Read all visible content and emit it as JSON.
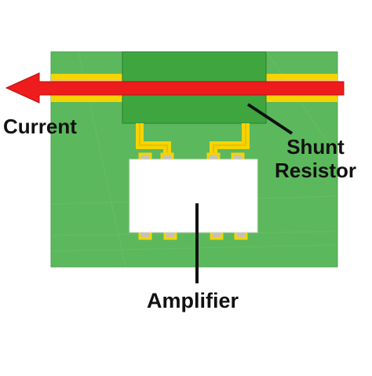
{
  "labels": {
    "current": "Current",
    "shunt_resistor_line1": "Shunt",
    "shunt_resistor_line2": "Resistor",
    "amplifier": "Amplifier"
  },
  "colors": {
    "board": "#5cb85c",
    "board_edge": "#4aa64a",
    "trace": "#f5d400",
    "trace_fill": "#f2c86b",
    "resistor": "#3fa63f",
    "amplifier_body": "#ffffff",
    "pad": "#c7c2b0",
    "arrow": "#ee1c1c",
    "leader_line": "#111111"
  },
  "icons": {
    "current_arrow": "left-arrow",
    "amplifier_chip": "ic-package-8-pin"
  }
}
